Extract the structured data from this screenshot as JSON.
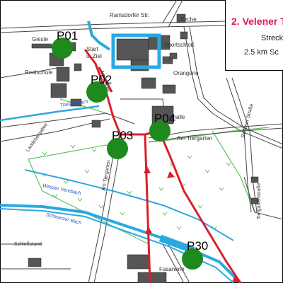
{
  "title": {
    "line1": "2. Velener T",
    "line2": "Streck",
    "line3": "2.5 km Sc"
  },
  "labels": {
    "ramsdorfer": "Ramsdorfer Str.",
    "kirche": "Kirche",
    "gieste": "Gieste",
    "start": "Start",
    "start2": "u. Ziel",
    "sportschloss": "Sportschloß",
    "realschule": "Realschule",
    "orangerie": "Orangerie",
    "thesingbach": "Thesingbach",
    "landsberg": "Landsbergallee",
    "tiergarten_am": "Am Tiergarten",
    "tiergarten_vert": "Am Tiergarten",
    "reken": "Rekener Straße",
    "stadtballe": "nhalle",
    "wasser": "Wasser Verebach",
    "schwarz": "Schwarzer Bach",
    "schloss": "Schloßstand",
    "fasanerie": "Fasanerie",
    "tiergartenstrasse": "Tiergartenstraße",
    "mauer": "Am Mauer"
  },
  "checkpoints": [
    {
      "id": "P01",
      "label": "P01"
    },
    {
      "id": "P02",
      "label": "P02"
    },
    {
      "id": "P03",
      "label": "P03"
    },
    {
      "id": "P04",
      "label": "P04"
    },
    {
      "id": "P30",
      "label": "P30"
    }
  ],
  "colors": {
    "route": "#d8202a",
    "water": "#2aa9e0",
    "checkpoint": "#1e8a1e",
    "road": "#444444",
    "field": "#5fc25f"
  }
}
